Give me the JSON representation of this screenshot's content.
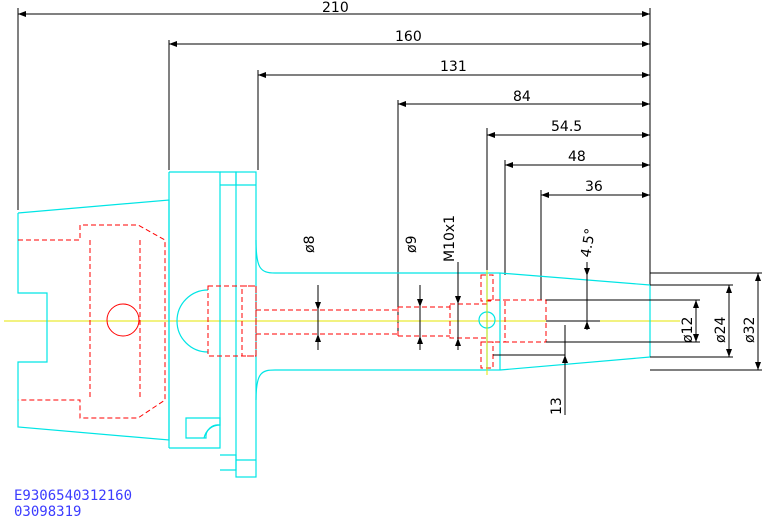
{
  "dimensions": {
    "lengths": [
      "210",
      "160",
      "131",
      "84",
      "54.5",
      "48",
      "36"
    ],
    "diameter_bore": "ø8",
    "diameter_bore2": "ø9",
    "thread": "M10x1",
    "angle": "4.5°",
    "offset": "13",
    "diameter_12": "ø12",
    "diameter_24": "ø24",
    "diameter_32": "ø32"
  },
  "part_codes": {
    "line1": "E9306540312160",
    "line2": "03098319"
  },
  "colors": {
    "outline": "#00e5e5",
    "hidden": "#ff0000",
    "centerline": "#e5e500",
    "dimension": "#000000",
    "code_text": "#3c3cff"
  }
}
